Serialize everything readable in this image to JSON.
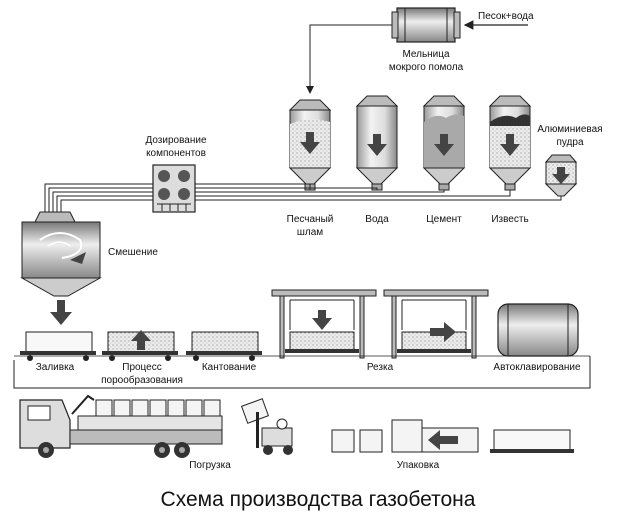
{
  "title": "Схема производства газобетона",
  "inputs": {
    "sand_water": "Песок+вода",
    "mill_line1": "Мельница",
    "mill_line2": "мокрого помола",
    "dosing_line1": "Дозирование",
    "dosing_line2": "компонентов"
  },
  "silos": {
    "sand_slurry_line1": "Песчаный",
    "sand_slurry_line2": "шлам",
    "water": "Вода",
    "cement": "Цемент",
    "lime": "Известь",
    "aluminum_line1": "Алюминиевая",
    "aluminum_line2": "пудра"
  },
  "stages": {
    "mixing": "Смешение",
    "pouring": "Заливка",
    "pore_line1": "Процесс",
    "pore_line2": "порообразования",
    "tilting": "Кантование",
    "cutting": "Резка",
    "autoclave": "Автоклавирование",
    "loading": "Погрузка",
    "packing": "Упаковка"
  },
  "colors": {
    "ink": "#111111",
    "gray_fill": "#c8c8c8",
    "dark_fill": "#555555",
    "line": "#222222"
  }
}
